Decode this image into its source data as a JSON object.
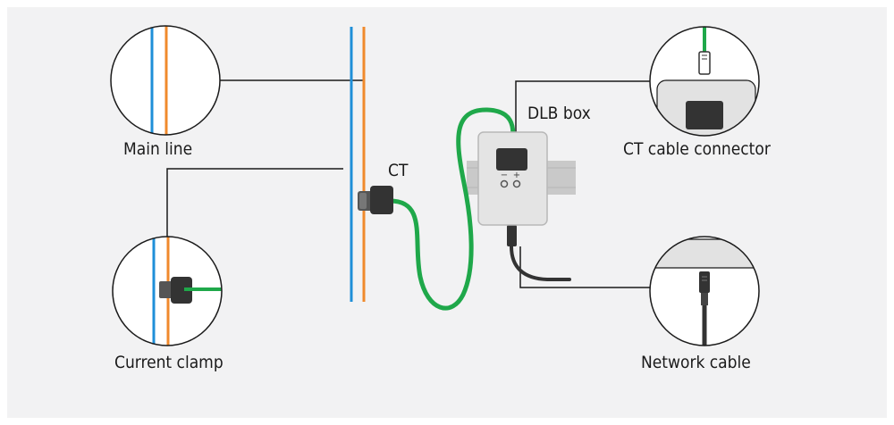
{
  "labels": {
    "main_line": "Main line",
    "ct": "CT",
    "dlb_box": "DLB box",
    "ct_cable_connector": "CT cable connector",
    "current_clamp": "Current clamp",
    "network_cable": "Network cable"
  },
  "dlb_box": {
    "minus_sign": "−",
    "plus_sign": "+"
  },
  "colors": {
    "background": "#f2f2f3",
    "wire_blue": "#1f8fd8",
    "wire_orange": "#f08a2c",
    "cable_green": "#1fa84a",
    "leader_line": "#1a1a1a",
    "box_face": "#e4e4e4",
    "din_rail": "#c9c9c9",
    "dark_part": "#333333"
  }
}
